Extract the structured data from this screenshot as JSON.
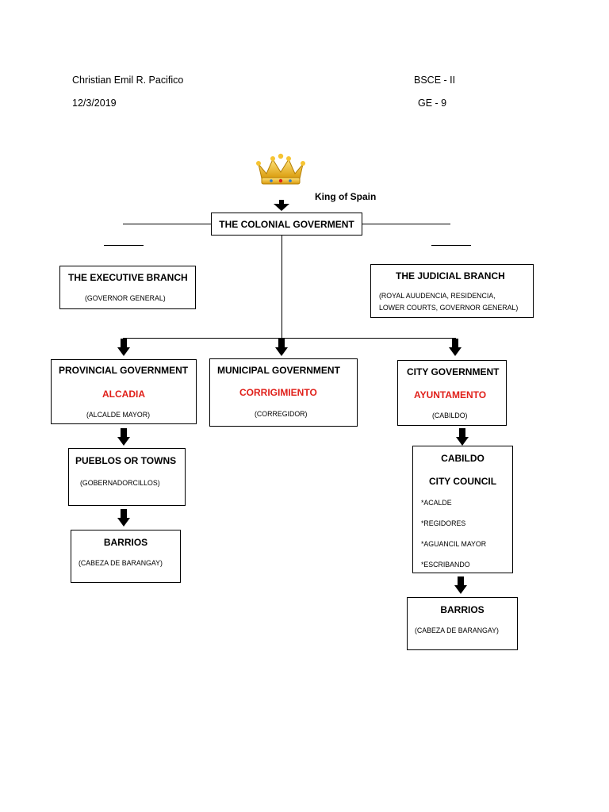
{
  "header": {
    "name": "Christian  Emil  R. Pacifico",
    "date": "12/3/2019",
    "course": "BSCE - II",
    "subject": "GE - 9"
  },
  "chart": {
    "crown_icon": "crown-icon",
    "king": "King of Spain",
    "colonial": "THE COLONIAL GOVERMENT",
    "executive": {
      "title": "THE EXECUTIVE BRANCH",
      "sub": "(GOVERNOR GENERAL)"
    },
    "judicial": {
      "title": "THE JUDICIAL BRANCH",
      "sub1": "(ROYAL AUUDENCIA, RESIDENCIA,",
      "sub2": "LOWER COURTS, GOVERNOR GENERAL)"
    },
    "provincial": {
      "title": "PROVINCIAL GOVERNMENT",
      "local": "ALCADIA",
      "sub": "(ALCALDE MAYOR)"
    },
    "municipal": {
      "title": "MUNICIPAL GOVERNMENT",
      "local": "CORRIGIMIENTO",
      "sub": "(CORREGIDOR)"
    },
    "city": {
      "title": "CITY GOVERNMENT",
      "local": "AYUNTAMENTO",
      "sub": "(CABILDO)"
    },
    "pueblos": {
      "title": "PUEBLOS OR TOWNS",
      "sub": "(GOBERNADORCILLOS)"
    },
    "barrios_left": {
      "title": "BARRIOS",
      "sub": "(CABEZA DE BARANGAY)"
    },
    "cabildo": {
      "title": "CABILDO",
      "subtitle": "CITY COUNCIL",
      "items": [
        "*ACALDE",
        "*REGIDORES",
        "*AGUANCIL MAYOR",
        "*ESCRIBANDO"
      ]
    },
    "barrios_right": {
      "title": "BARRIOS",
      "sub": "(CABEZA DE BARANGAY)"
    }
  },
  "colors": {
    "accent": "#e0201a",
    "crown": "#e7b416"
  }
}
